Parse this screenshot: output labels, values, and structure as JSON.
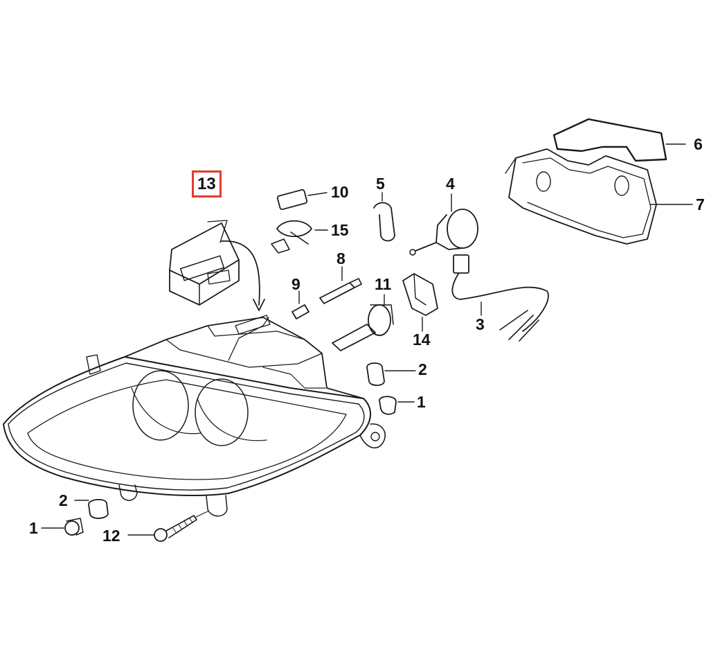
{
  "diagram": {
    "highlight_color": "#e53b2e",
    "line_color": "#1a1a1a",
    "callouts": {
      "c13": "13",
      "c10": "10",
      "c15": "15",
      "c5": "5",
      "c4": "4",
      "c6": "6",
      "c7": "7",
      "c8": "8",
      "c9": "9",
      "c11": "11",
      "c14": "14",
      "c3": "3",
      "c2a": "2",
      "c1a": "1",
      "c2b": "2",
      "c1b": "1",
      "c12": "12"
    }
  }
}
